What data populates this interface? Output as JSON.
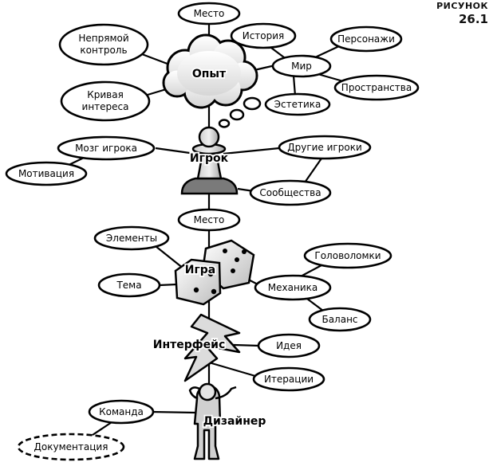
{
  "figure": {
    "label": "РИСУНОК",
    "number": "26.1"
  },
  "main": {
    "experience": "Опыт",
    "player": "Игрок",
    "game": "Игра",
    "interface": "Интерфейс",
    "designer": "Дизайнер"
  },
  "nodes": {
    "place_top": "Место",
    "indirect_control_1": "Непрямой",
    "indirect_control_2": "контроль",
    "story": "История",
    "characters": "Персонажи",
    "world": "Мир",
    "spaces": "Пространства",
    "aesthetics": "Эстетика",
    "interest_curve_1": "Кривая",
    "interest_curve_2": "интереса",
    "player_mind": "Мозг игрока",
    "other_players": "Другие игроки",
    "motivation": "Мотивация",
    "communities": "Сообщества",
    "place_middle": "Место",
    "elements": "Элементы",
    "puzzles": "Головоломки",
    "theme": "Тема",
    "mechanics": "Механика",
    "balance": "Баланс",
    "idea": "Идея",
    "iterations": "Итерации",
    "team": "Команда",
    "documentation": "Документация"
  }
}
